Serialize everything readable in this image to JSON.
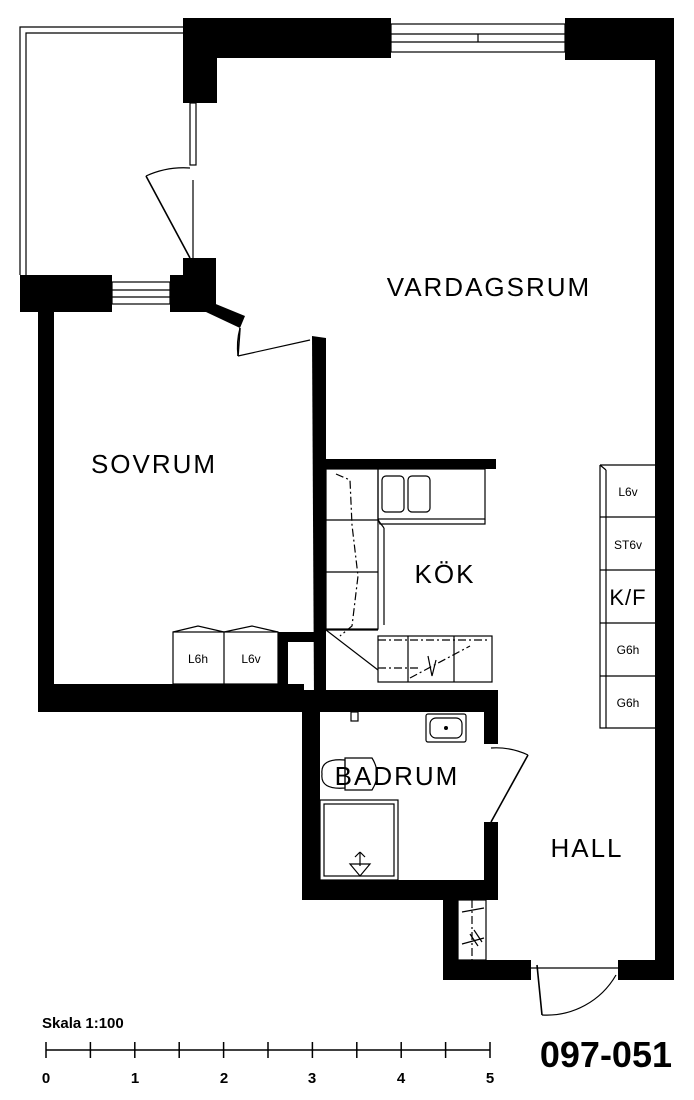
{
  "rooms": {
    "living": "VARDAGSRUM",
    "bedroom": "SOVRUM",
    "kitchen": "KÖK",
    "bathroom": "BADRUM",
    "hall": "HALL"
  },
  "cabinets": {
    "bedroom": [
      "L6h",
      "L6v"
    ],
    "hall": [
      "L6v",
      "ST6v",
      "K/F",
      "G6h",
      "G6h"
    ]
  },
  "scale": {
    "label": "Skala 1:100",
    "ticks": [
      "0",
      "1",
      "2",
      "3",
      "4",
      "5"
    ]
  },
  "plan_id": "097-051"
}
